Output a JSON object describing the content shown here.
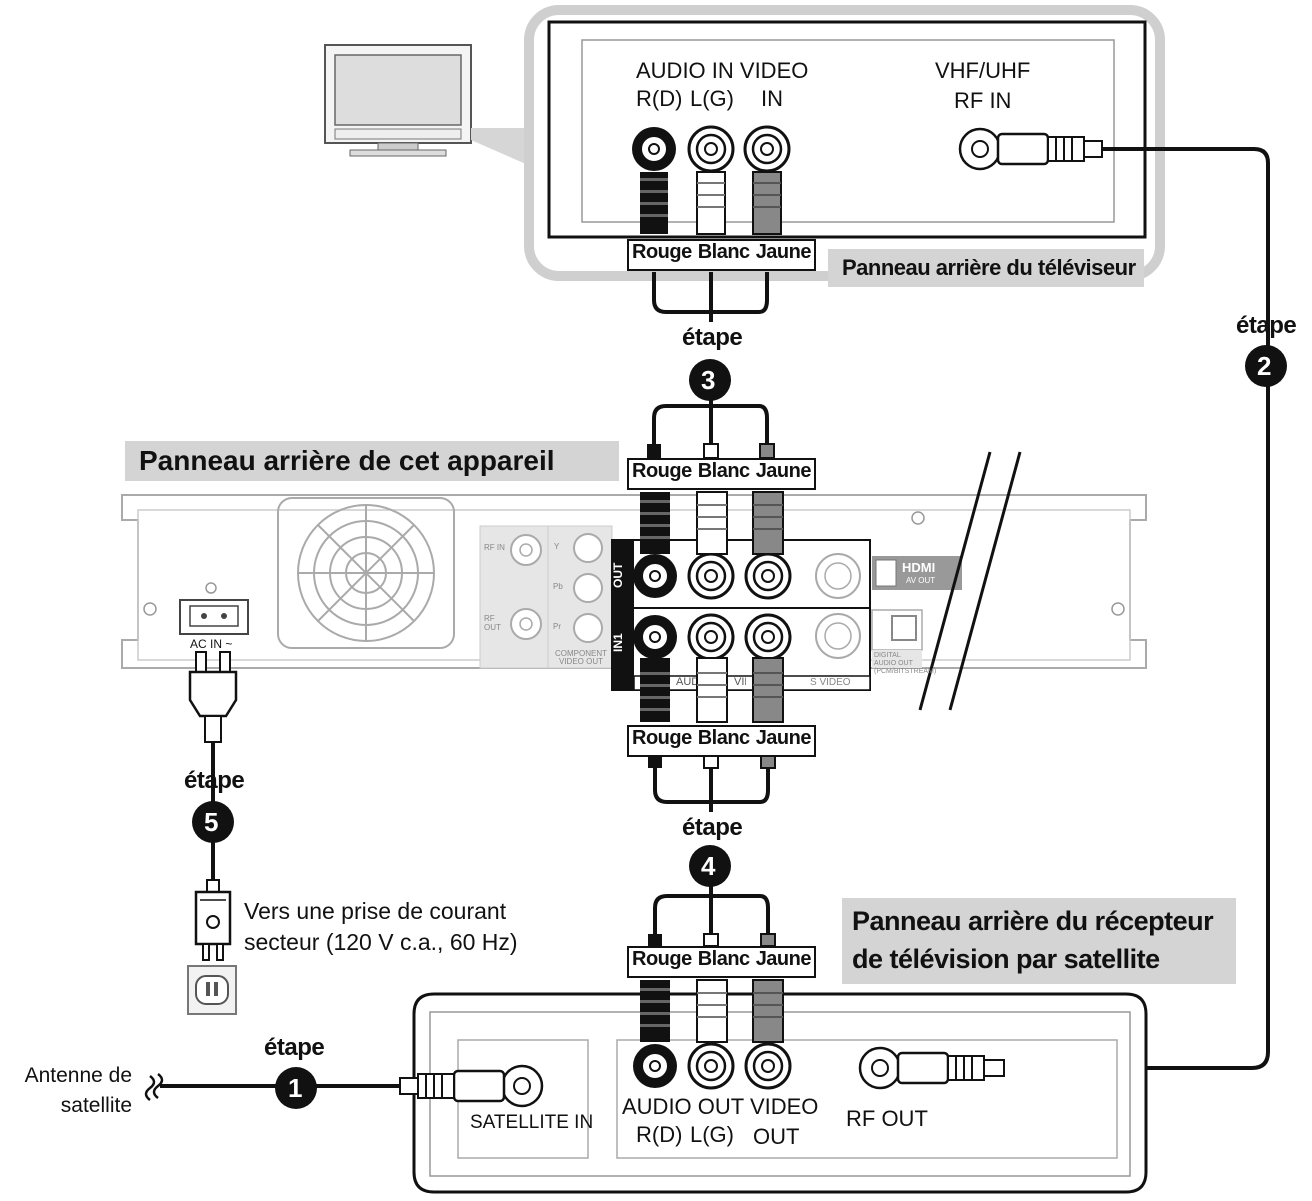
{
  "tv_panel": {
    "title": "Panneau arrière du téléviseur",
    "audio_in_video": "AUDIO IN VIDEO",
    "audio_r": "R(D)",
    "audio_l": "L(G)",
    "video_in": "IN",
    "vhf_uhf": "VHF/UHF",
    "rf_in": "RF IN"
  },
  "colors": {
    "red": "Rouge",
    "white": "Blanc",
    "yellow": "Jaune"
  },
  "unit_panel": {
    "title": "Panneau arrière de cet appareil",
    "ac_in": "AC IN ~",
    "rf_in": "RF IN",
    "rf_out": "RF OUT",
    "component_video_out": "COMPONENT VIDEO OUT",
    "out": "OUT",
    "in1": "IN1",
    "audio": "AUDIO",
    "video": "VIDEO",
    "s_video": "S VIDEO",
    "hdmi": "HDMI",
    "av_out": "AV OUT",
    "digital_audio_out": "DIGITAL AUDIO OUT (PCM/BITSTREAM)",
    "y": "Y",
    "pb": "Pb",
    "pr": "Pr"
  },
  "steps": {
    "label": "étape",
    "s1": "1",
    "s2": "2",
    "s3": "3",
    "s4": "4",
    "s5": "5"
  },
  "outlet_text": {
    "line1": "Vers une prise de courant",
    "line2": "secteur (120 V c.a., 60 Hz)"
  },
  "antenna": {
    "line1": "Antenne de",
    "line2": "satellite"
  },
  "satellite_panel": {
    "title_line1": "Panneau arrière du récepteur",
    "title_line2": "de télévision par satellite",
    "satellite_in": "SATELLITE IN",
    "audio_out_video": "AUDIO OUT VIDEO",
    "audio_r": "R(D)",
    "audio_l": "L(G)",
    "video_out": "OUT",
    "rf_out": "RF OUT"
  }
}
